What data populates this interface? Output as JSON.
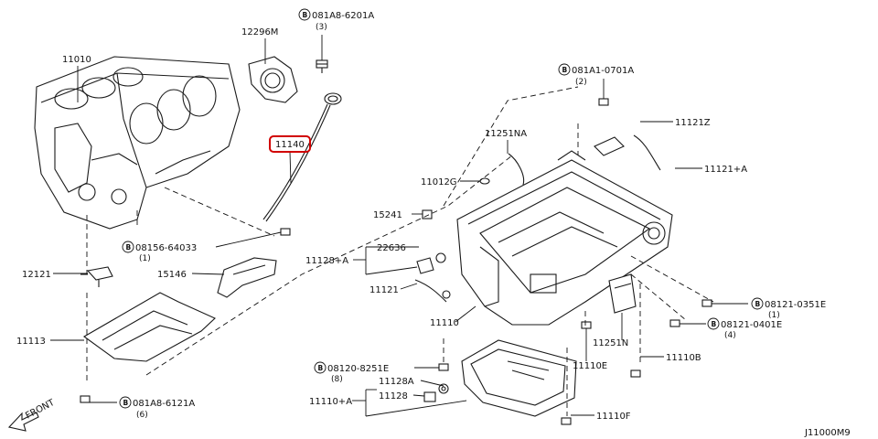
{
  "diagram": {
    "labels": {
      "p11010": "11010",
      "p12296m": "12296M",
      "p081a8_6201a": "081A8-6201A",
      "p081a8_6201a_qty": "(3)",
      "p11140": "11140",
      "p081a1_0701a": "081A1-0701A",
      "p081a1_0701a_qty": "(2)",
      "p11121z": "11121Z",
      "p11251na": "11251NA",
      "p11121a": "11121+A",
      "p11012g": "11012G",
      "p15241": "15241",
      "p08156_64033": "08156-64033",
      "p08156_64033_qty": "(1)",
      "p22636": "22636",
      "p11128a": "11128+A",
      "p12121": "12121",
      "p15146": "15146",
      "p11121": "11121",
      "p08121_0351e": "08121-0351E",
      "p08121_0351e_qty": "(1)",
      "p11110": "11110",
      "p08121_0401e": "08121-0401E",
      "p08121_0401e_qty": "(4)",
      "p11113": "11113",
      "p11251n": "11251N",
      "p08120_8251e": "08120-8251E",
      "p08120_8251e_qty": "(8)",
      "p11110e": "11110E",
      "p11110b": "11110B",
      "p11128a_2": "11128A",
      "p11110a": "11110+A",
      "p11128": "11128",
      "p081a8_6121a": "081A8-6121A",
      "p081a8_6121a_qty": "(6)",
      "p11110f": "11110F",
      "front": "FRONT",
      "diagram_id": "J11000M9",
      "bolt_symbol": "B"
    },
    "highlight_color": "#d10000",
    "line_color": "#111111"
  }
}
